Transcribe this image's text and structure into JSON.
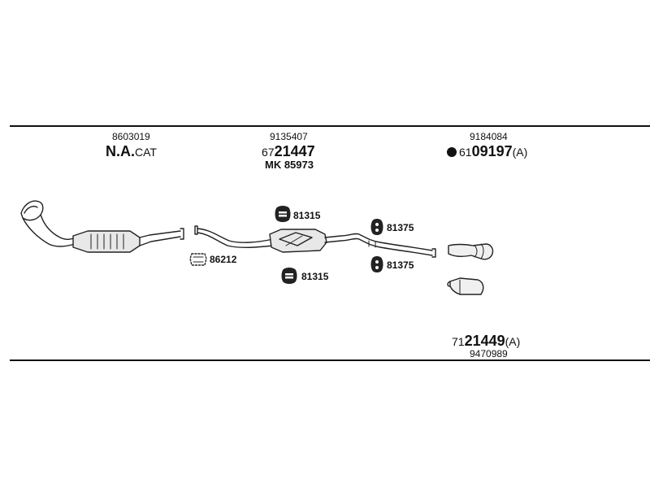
{
  "labels": {
    "part1_number": "8603019",
    "part1_name_bold": "N.A.",
    "part1_name_rest": "CAT",
    "part2_number": "9135407",
    "part2_ref_prefix": "67",
    "part2_ref_main": "21447",
    "part2_sub": "MK 85973",
    "part3_number": "9184084",
    "part3_ref_prefix": "61",
    "part3_ref_main": "09197",
    "part3_ref_suffix": "(A)",
    "part4_ref_prefix": "71",
    "part4_ref_main": "21449",
    "part4_ref_suffix": "(A)",
    "part4_number": "9470989"
  },
  "callouts": {
    "hanger_top": "81315",
    "hanger_bottom": "81315",
    "ring_top": "81375",
    "ring_bottom": "81375",
    "kit": "86212"
  }
}
